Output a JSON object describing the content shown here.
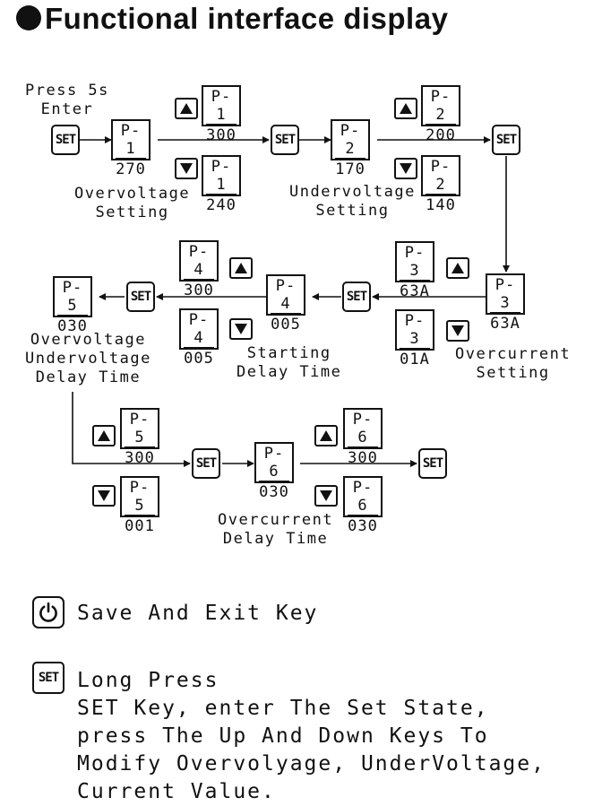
{
  "title": "Functional interface display",
  "set_key_label": "SET",
  "flow": {
    "enter_label": "Press 5s\nEnter",
    "overvoltage": {
      "label": "Overvoltage\nSetting",
      "main": {
        "code": "P-1",
        "value": "270"
      },
      "up": {
        "code": "P-1",
        "value": "300"
      },
      "down": {
        "code": "P-1",
        "value": "240"
      }
    },
    "undervoltage": {
      "label": "Undervoltage\nSetting",
      "main": {
        "code": "P-2",
        "value": "170"
      },
      "up": {
        "code": "P-2",
        "value": "200"
      },
      "down": {
        "code": "P-2",
        "value": "140"
      }
    },
    "overcurrent": {
      "label": "Overcurrent\nSetting",
      "main": {
        "code": "P-3",
        "value": "63A"
      },
      "up": {
        "code": "P-3",
        "value": "63A"
      },
      "down": {
        "code": "P-3",
        "value": "01A"
      }
    },
    "starting_delay": {
      "label": "Starting\nDelay Time",
      "main": {
        "code": "P-4",
        "value": "005"
      },
      "up": {
        "code": "P-4",
        "value": "300"
      },
      "down": {
        "code": "P-4",
        "value": "005"
      }
    },
    "ov_uv_delay": {
      "label": "Overvoltage\nUndervoltage\nDelay Time",
      "main": {
        "code": "P-5",
        "value": "030"
      },
      "up": {
        "code": "P-5",
        "value": "300"
      },
      "down": {
        "code": "P-5",
        "value": "001"
      }
    },
    "oc_delay": {
      "label": "Overcurrent\nDelay Time",
      "main": {
        "code": "P-6",
        "value": "030"
      },
      "up": {
        "code": "P-6",
        "value": "300"
      },
      "down": {
        "code": "P-6",
        "value": "030"
      }
    }
  },
  "legend": {
    "power_text": "Save And Exit Key",
    "set_text": "Long Press\nSET Key, enter The Set State,\npress The Up And Down Keys To\nModify Overvolyage, UnderVoltage,\nCurrent Value."
  }
}
